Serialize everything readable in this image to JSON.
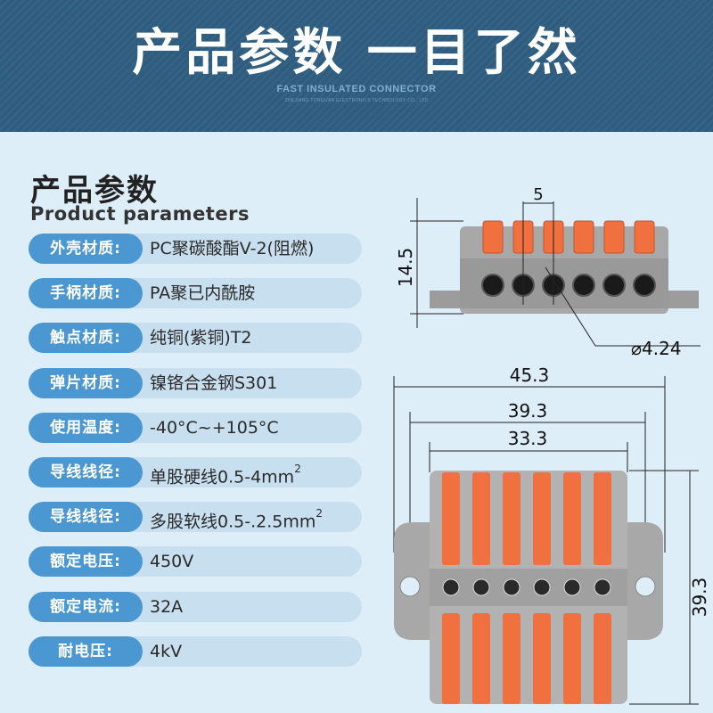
{
  "header": {
    "title": "产品参数 一目了然",
    "subtitle": "FAST INSULATED CONNECTOR",
    "company": "ZHEJIANG TONGUAN ELECTRONICS TECHNOLOGY CO., LTD"
  },
  "section": {
    "title_cn": "产品参数",
    "title_en": "Product parameters"
  },
  "params": [
    {
      "label": "外壳材质:",
      "value": "PC聚碳酸酯V-2(阻燃)",
      "sup": ""
    },
    {
      "label": "手柄材质:",
      "value": "PA聚已内酰胺",
      "sup": ""
    },
    {
      "label": "触点材质:",
      "value": "纯铜(紫铜)T2",
      "sup": ""
    },
    {
      "label": "弹片材质:",
      "value": "镍铬合金钢S301",
      "sup": ""
    },
    {
      "label": "使用温度:",
      "value": "-40°C~+105°C",
      "sup": ""
    },
    {
      "label": "导线线径:",
      "value": "单股硬线0.5-4mm",
      "sup": "2"
    },
    {
      "label": "导线线径:",
      "value": "多股软线0.5-.2.5mm",
      "sup": "2"
    },
    {
      "label": "额定电压:",
      "value": "450V",
      "sup": ""
    },
    {
      "label": "额定电流:",
      "value": "32A",
      "sup": ""
    },
    {
      "label": "耐电压:",
      "value": "4kV",
      "sup": ""
    }
  ],
  "dimensions": {
    "pitch": "5",
    "height": "14.5",
    "hole_dia": "⌀4.24",
    "overall_width": "45.3",
    "mount_width": "39.3",
    "body_width": "33.3",
    "depth": "39.3"
  },
  "colors": {
    "header_bg": "#2f5d7f",
    "page_bg": "#ddeef8",
    "label_bg": "#4a97d1",
    "value_bg": "#c8dfef",
    "lever": "#f07040",
    "housing": "#a6a6a6"
  }
}
